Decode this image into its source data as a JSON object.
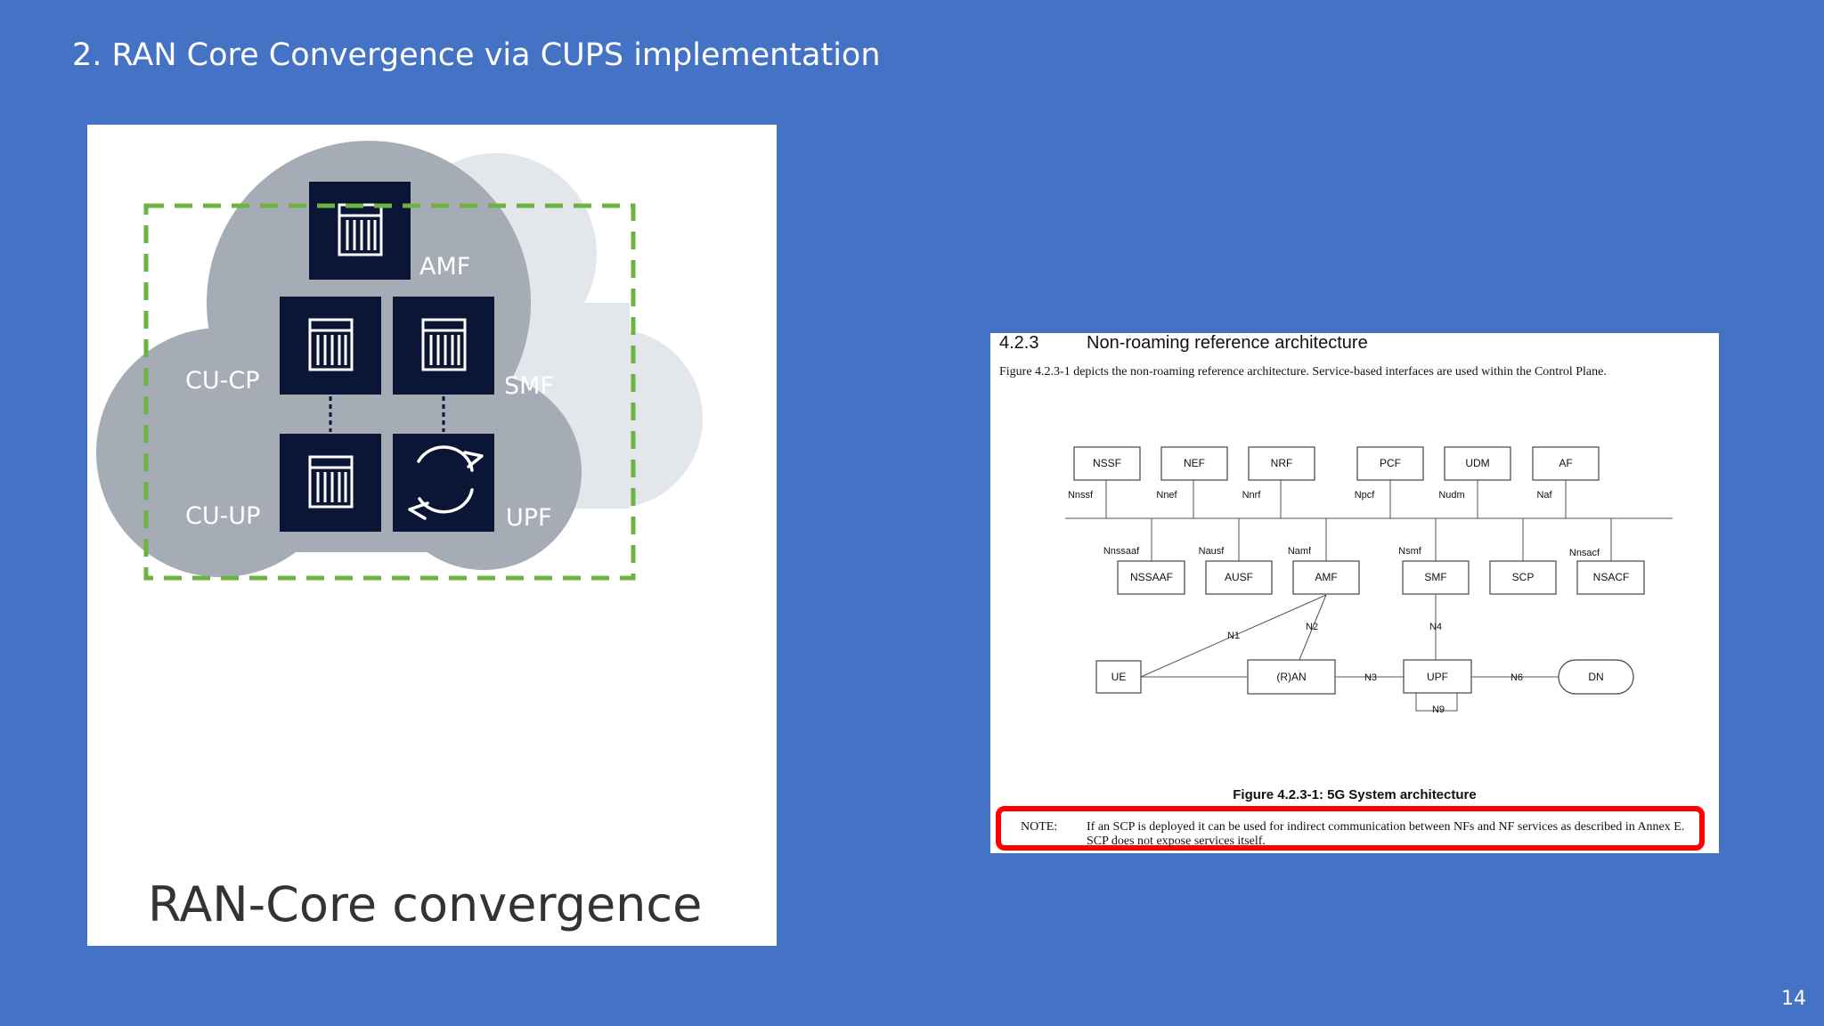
{
  "slide": {
    "title": "2. RAN Core Convergence via CUPS implementation",
    "page_number": "14"
  },
  "left_diagram": {
    "caption": "RAN-Core convergence",
    "labels": {
      "amf": "AMF",
      "smf": "SMF",
      "cu_cp": "CU-CP",
      "cu_up": "CU-UP",
      "upf": "UPF"
    },
    "colors": {
      "cloud": "#A6ACB6",
      "cloud_back": "#E3E6EA",
      "node_box": "#0B1535",
      "dashed_boundary": "#6DB33F"
    }
  },
  "spec_excerpt": {
    "section_number": "4.2.3",
    "section_title": "Non-roaming reference architecture",
    "intro": "Figure 4.2.3-1 depicts the non-roaming reference architecture. Service-based interfaces are used within the Control Plane.",
    "figure_caption": "Figure 4.2.3-1: 5G System architecture",
    "note_label": "NOTE:",
    "note_text": "If an SCP is deployed it can be used for indirect communication between NFs and NF services as described in Annex E. SCP does not expose services itself.",
    "nodes": {
      "nssf": "NSSF",
      "nef": "NEF",
      "nrf": "NRF",
      "pcf": "PCF",
      "udm": "UDM",
      "af": "AF",
      "nssaaf": "NSSAAF",
      "ausf": "AUSF",
      "amf": "AMF",
      "smf": "SMF",
      "scp": "SCP",
      "nsacf": "NSACF",
      "ue": "UE",
      "ran": "(R)AN",
      "upf": "UPF",
      "dn": "DN"
    },
    "interfaces": {
      "nnssf": "Nnssf",
      "nnef": "Nnef",
      "nnrf": "Nnrf",
      "npcf": "Npcf",
      "nudm": "Nudm",
      "naf": "Naf",
      "nnssaaf": "Nnssaaf",
      "nausf": "Nausf",
      "namf": "Namf",
      "nsmf": "Nsmf",
      "nnsacf": "Nnsacf",
      "n1": "N1",
      "n2": "N2",
      "n3": "N3",
      "n4": "N4",
      "n6": "N6",
      "n9": "N9"
    },
    "highlight_color": "#FF0000"
  }
}
